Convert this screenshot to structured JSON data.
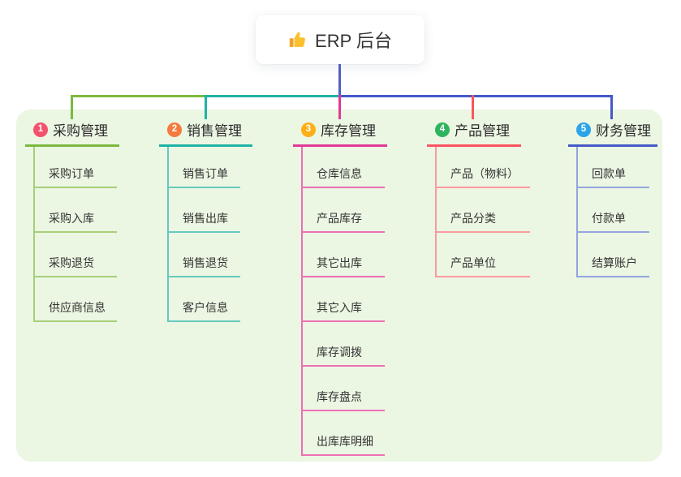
{
  "root": {
    "title": "ERP 后台",
    "icon": "thumbs-up-icon",
    "line_color": "#5160c9"
  },
  "panel": {
    "background": "#ebf6e3"
  },
  "branches": [
    {
      "number": "1",
      "title": "采购管理",
      "badge_color": "#f4516c",
      "line_color": "#7cb93e",
      "line_light": "#a6cf78",
      "items": [
        "采购订单",
        "采购入库",
        "采购退货",
        "供应商信息"
      ]
    },
    {
      "number": "2",
      "title": "销售管理",
      "badge_color": "#f57a3d",
      "line_color": "#1fb3a5",
      "line_light": "#67c9be",
      "items": [
        "销售订单",
        "销售出库",
        "销售退货",
        "客户信息"
      ]
    },
    {
      "number": "3",
      "title": "库存管理",
      "badge_color": "#ffaf16",
      "line_color": "#e23897",
      "line_light": "#ee6fb4",
      "items": [
        "仓库信息",
        "产品库存",
        "其它出库",
        "其它入库",
        "库存调拨",
        "库存盘点",
        "出库库明细"
      ]
    },
    {
      "number": "4",
      "title": "产品管理",
      "badge_color": "#2db55d",
      "line_color": "#fa555f",
      "line_light": "#fb9aa0",
      "items": [
        "产品（物料）",
        "产品分类",
        "产品单位"
      ]
    },
    {
      "number": "5",
      "title": "财务管理",
      "badge_color": "#2aa5e8",
      "line_color": "#4459c9",
      "line_light": "#93a5dc",
      "items": [
        "回款单",
        "付款单",
        "结算账户"
      ]
    }
  ]
}
